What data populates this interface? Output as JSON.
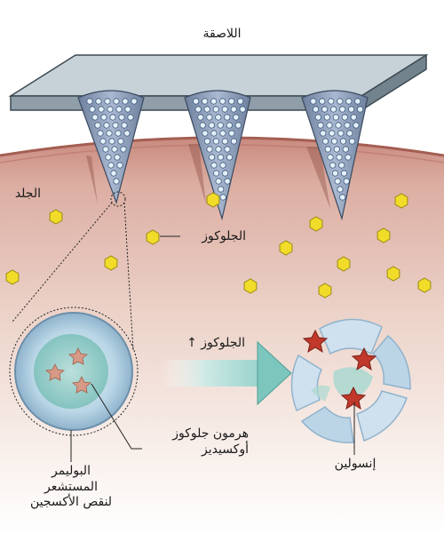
{
  "labels": {
    "patch": "اللاصقة",
    "skin": "الجلد",
    "glucose": "الجلوكوز",
    "glucose_increase": "الجلوكوز ↑",
    "enzyme_line1": "هرمون جلوكوز",
    "enzyme_line2": "أوكسيديز",
    "polymer_line1": "البوليمر",
    "polymer_line2": "المستشعر",
    "polymer_line3": "لنقص الأكسجين",
    "insulin": "إنسولين"
  },
  "colors": {
    "patch": "#9aa9b3",
    "skin_top": "#d29a8e",
    "needle": "#8fa2bd",
    "glucose": "#f2dc2a",
    "arrow": "#7cc6bd",
    "insulin": "#c0392b"
  },
  "icons": [
    "microneedle-icon",
    "glucose-hexagon-icon",
    "vesicle-icon",
    "insulin-star-icon",
    "arrow-icon"
  ]
}
